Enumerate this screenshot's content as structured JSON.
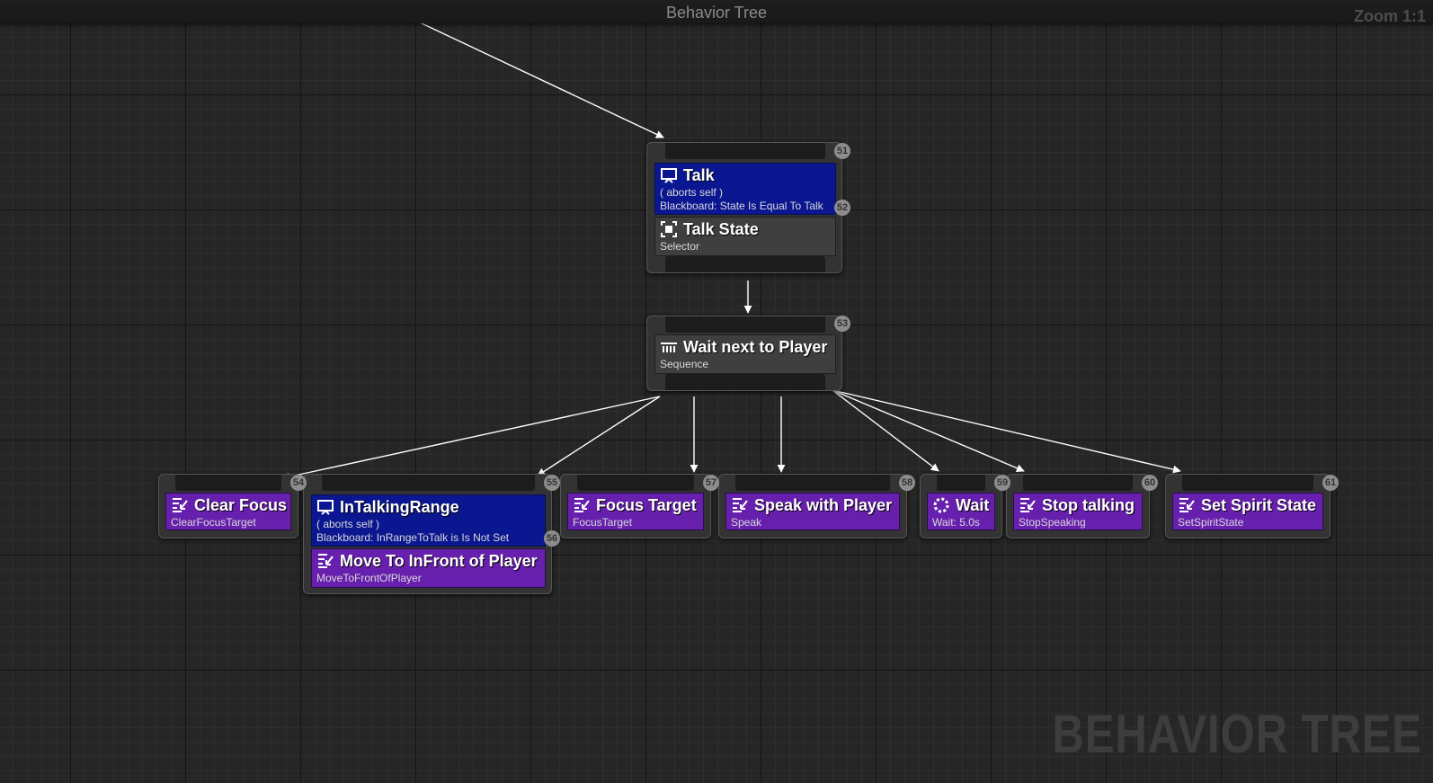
{
  "header": {
    "title": "Behavior Tree",
    "zoom": "Zoom 1:1",
    "watermark": "BEHAVIOR TREE"
  },
  "nodes": {
    "talk": {
      "index": "51",
      "decorator_index": "52",
      "decorator_title": "Talk",
      "decorator_aborts": "( aborts self )",
      "decorator_desc": "Blackboard: State Is Equal To Talk",
      "title": "Talk State",
      "type": "Selector"
    },
    "wait_player": {
      "index": "53",
      "title": "Wait next to Player",
      "type": "Sequence"
    },
    "clear_focus": {
      "index": "54",
      "title": "Clear Focus",
      "desc": "ClearFocusTarget"
    },
    "talking_range": {
      "index": "55",
      "decorator_index": "56",
      "decorator_title": "InTalkingRange",
      "decorator_aborts": "( aborts self )",
      "decorator_desc": "Blackboard: InRangeToTalk is Is Not Set",
      "title": "Move To InFront of Player",
      "desc": "MoveToFrontOfPlayer"
    },
    "focus_target": {
      "index": "57",
      "title": "Focus Target",
      "desc": "FocusTarget"
    },
    "speak": {
      "index": "58",
      "title": "Speak with Player",
      "desc": "Speak"
    },
    "wait": {
      "index": "59",
      "title": "Wait",
      "desc": "Wait: 5.0s"
    },
    "stop_talking": {
      "index": "60",
      "title": "Stop talking",
      "desc": "StopSpeaking"
    },
    "spirit_state": {
      "index": "61",
      "title": "Set Spirit State",
      "desc": "SetSpiritState"
    }
  },
  "colors": {
    "decorator": "#0b1790",
    "task": "#6720ad",
    "composite": "#3f3f3f",
    "wire": "#ffffff"
  },
  "icons": {
    "decorator": "blackboard-icon",
    "selector": "selector-icon",
    "sequence": "sequence-icon",
    "task": "task-icon",
    "wait": "wait-icon"
  }
}
